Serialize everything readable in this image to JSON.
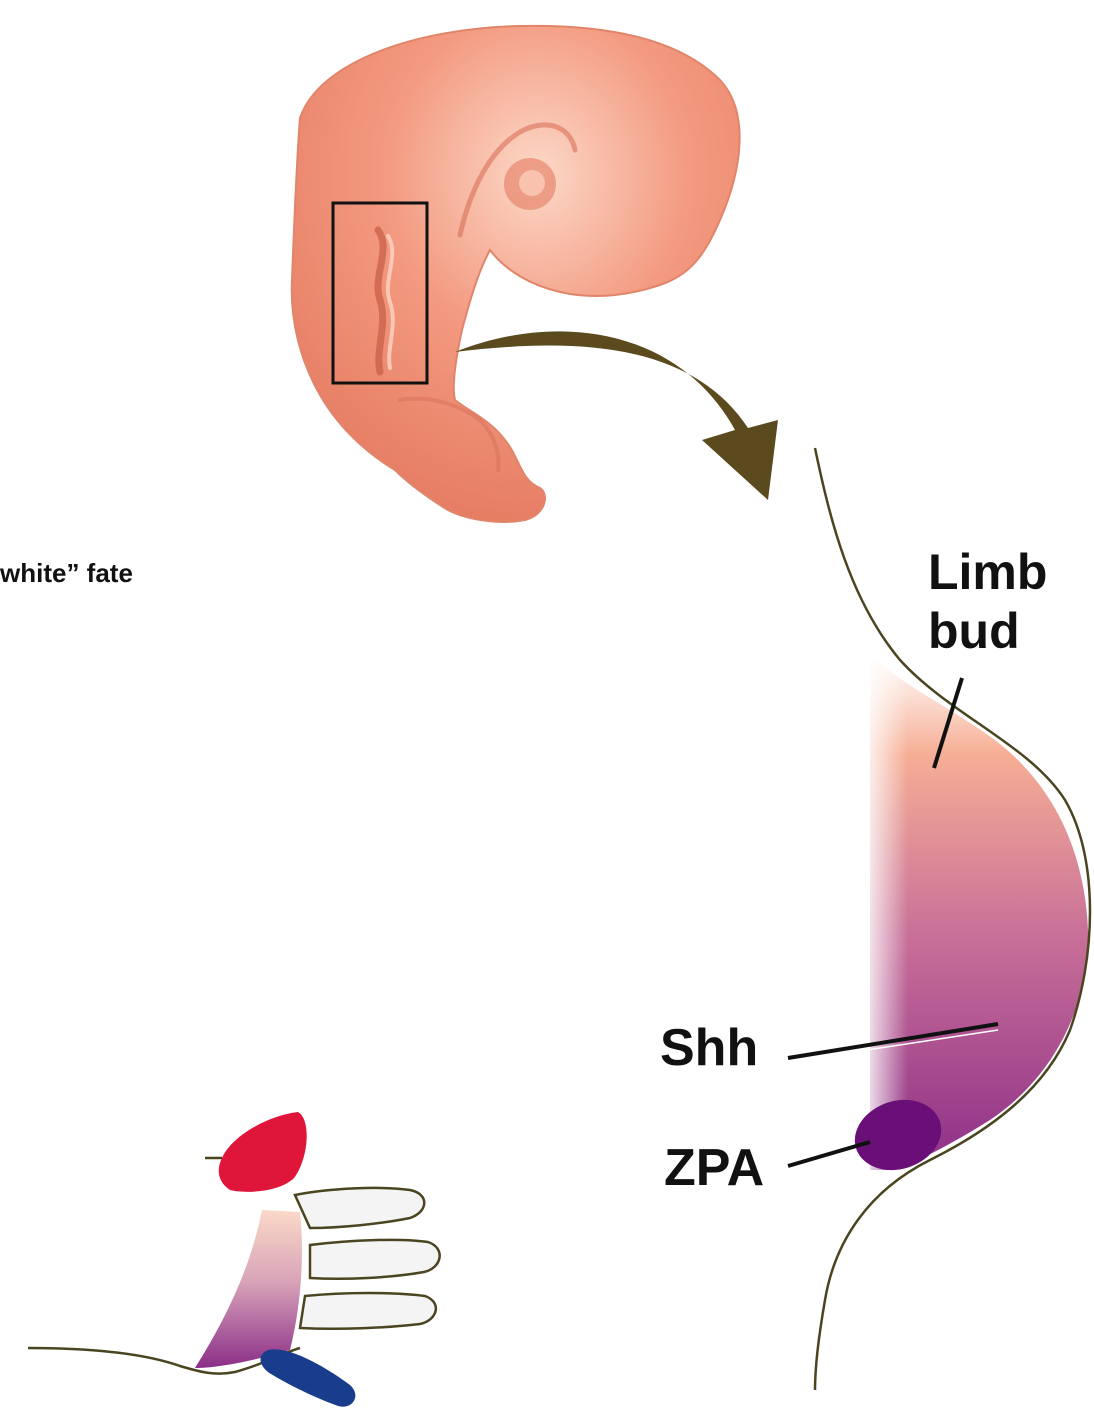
{
  "labels": {
    "partial_fate": "white” fate",
    "limb": "Limb",
    "bud": "bud",
    "shh": "Shh",
    "zpa": "ZPA"
  },
  "colors": {
    "embryo": "#F0957A",
    "embryo_dark": "#D8705A",
    "embryo_light": "#FBD2C0",
    "arrow": "#5A4A1E",
    "outline": "#4A4520",
    "shh_purple": "#8A2F86",
    "zpa_purple": "#6A0F78",
    "red_digit": "#E0153A",
    "blue_digit": "#1A3C8C",
    "hand_fill": "#F4F4F4"
  },
  "icons": {
    "embryo": "embryo-illustration",
    "magnify_arrow": "curved-arrow-icon",
    "limb_bud": "limb-bud-diagram",
    "hand": "hand-digits-diagram"
  }
}
